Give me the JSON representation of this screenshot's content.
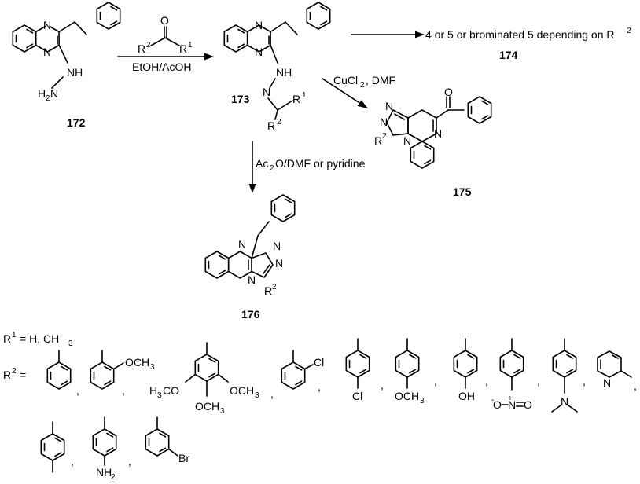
{
  "compounds": {
    "c172": "172",
    "c173": "173",
    "c174": "174",
    "c175": "175",
    "c176": "176"
  },
  "atoms": {
    "N": "N",
    "NH": "NH",
    "O": "O",
    "Cl": "Cl",
    "Br": "Br",
    "OH": "OH",
    "H2N_main": "H",
    "H2N_sub": "2",
    "H2N_N": "N",
    "R": "R",
    "R1_sup": "1",
    "R2_sup": "2",
    "OCH3_main": "OCH",
    "OCH3_sub": "3",
    "H3CO_H": "H",
    "H3CO_sub": "3",
    "H3CO_CO": "CO",
    "NH2_main": "NH",
    "NH2_sub": "2",
    "nitro_Oneg": "O",
    "nitro_minus": "-",
    "nitro_N": "N",
    "nitro_plus": "+",
    "nitro_O": "O"
  },
  "reagents": {
    "step1": "EtOH/AcOH",
    "step2_a": "CuCl",
    "step2_sub": "2",
    "step2_b": ", DMF",
    "step3_a": "Ac",
    "step3_sub": "2",
    "step3_b": "O/DMF or pyridine"
  },
  "product174_text": "4 or 5 or brominated 5 depending on R",
  "product174_sup": "2",
  "legend": {
    "r1_label": "R",
    "r1_sup": "1",
    "r1_text": "= H, CH",
    "r1_sub": "3",
    "r2_label": "R",
    "r2_sup": "2",
    "r2_eq": "=",
    "separator": ","
  }
}
